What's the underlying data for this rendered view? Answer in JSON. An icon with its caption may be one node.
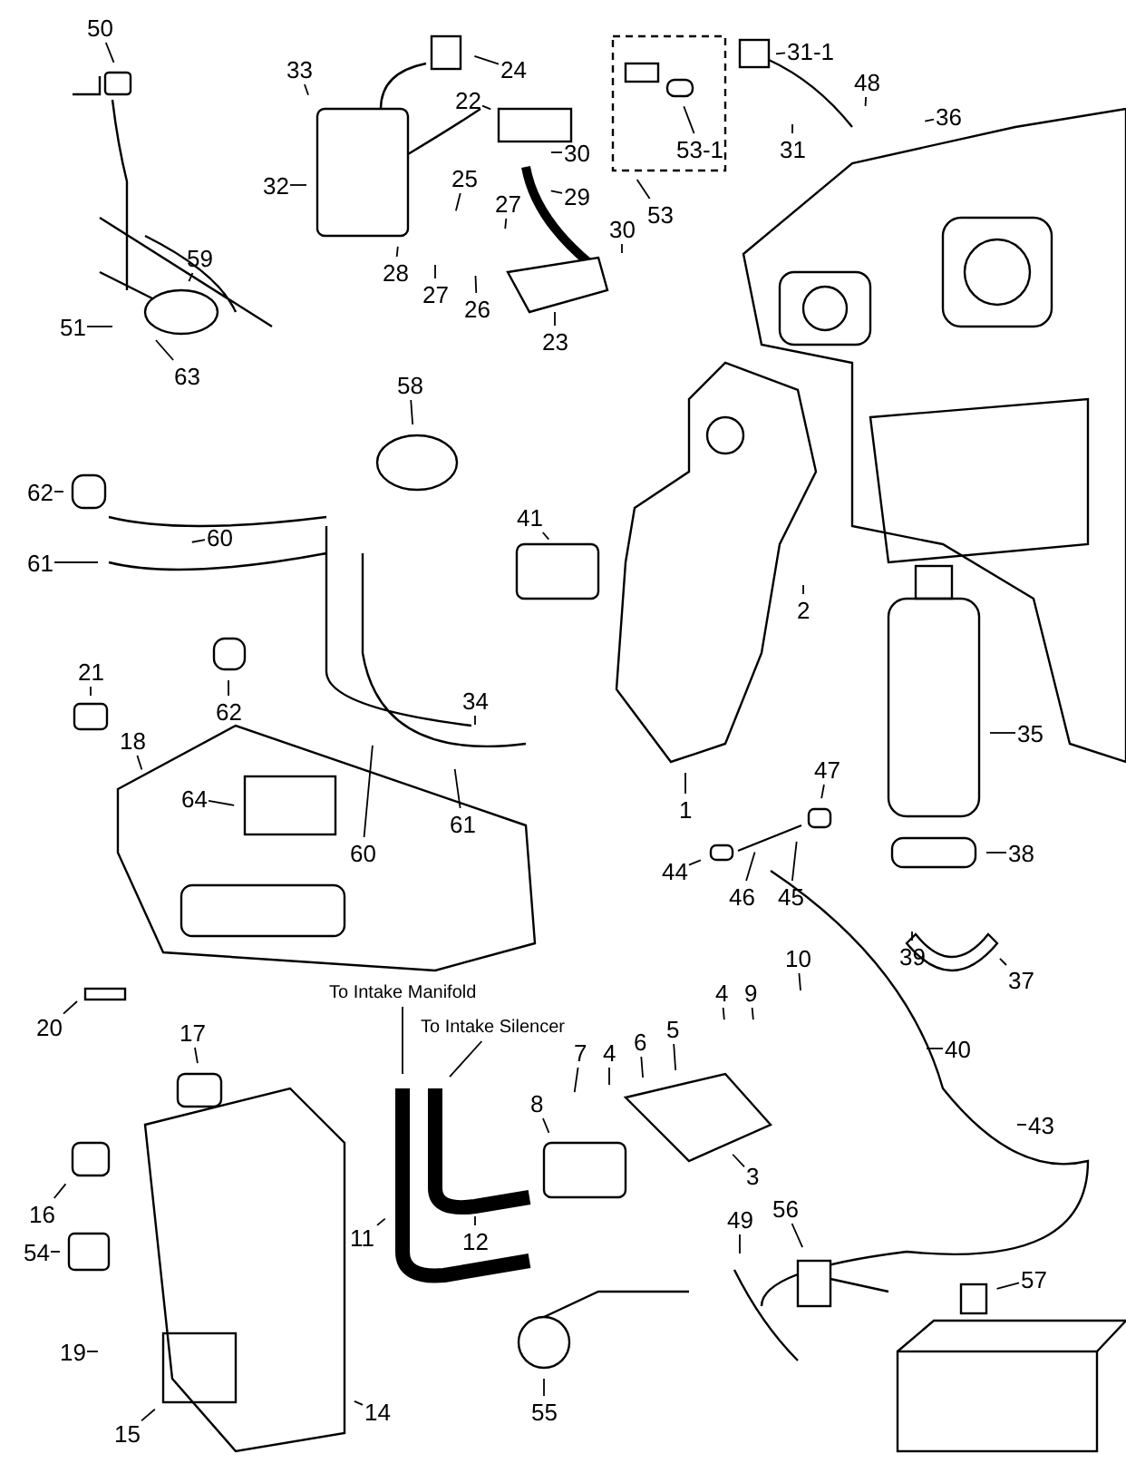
{
  "diagram": {
    "nodes": [
      {
        "text": [
          "50"
        ]
      },
      {
        "text": [
          "33"
        ]
      },
      {
        "text": [
          "24"
        ]
      },
      {
        "text": [
          "22"
        ]
      },
      {
        "text": [
          "30"
        ]
      },
      {
        "text": [
          "29"
        ]
      },
      {
        "text": [
          "31-1"
        ]
      },
      {
        "text": [
          "48"
        ]
      },
      {
        "text": [
          "36"
        ]
      },
      {
        "text": [
          "31"
        ]
      },
      {
        "text": [
          "53-1"
        ]
      },
      {
        "text": [
          "53"
        ]
      },
      {
        "text": [
          "32"
        ]
      },
      {
        "text": [
          "25"
        ]
      },
      {
        "text": [
          "27"
        ]
      },
      {
        "text": [
          "28"
        ]
      },
      {
        "text": [
          "27"
        ]
      },
      {
        "text": [
          "26"
        ]
      },
      {
        "text": [
          "23"
        ]
      },
      {
        "text": [
          "30"
        ]
      },
      {
        "text": [
          "51"
        ]
      },
      {
        "text": [
          "63"
        ]
      },
      {
        "text": [
          "59"
        ]
      },
      {
        "text": [
          "58"
        ]
      },
      {
        "text": [
          "62"
        ]
      },
      {
        "text": [
          "60"
        ]
      },
      {
        "text": [
          "61"
        ]
      },
      {
        "text": [
          "41"
        ]
      },
      {
        "text": [
          "2"
        ]
      },
      {
        "text": [
          "62"
        ]
      },
      {
        "text": [
          "21"
        ]
      },
      {
        "text": [
          "18"
        ]
      },
      {
        "text": [
          "34"
        ]
      },
      {
        "text": [
          "1"
        ]
      },
      {
        "text": [
          "35"
        ]
      },
      {
        "text": [
          "60"
        ]
      },
      {
        "text": [
          "61"
        ]
      },
      {
        "text": [
          "47"
        ]
      },
      {
        "text": [
          "64"
        ]
      },
      {
        "text": [
          "46"
        ]
      },
      {
        "text": [
          "45"
        ]
      },
      {
        "text": [
          "38"
        ]
      },
      {
        "text": [
          "44"
        ]
      },
      {
        "text": [
          "37"
        ]
      },
      {
        "text": [
          "39"
        ]
      },
      {
        "text": [
          "10"
        ]
      },
      {
        "text": [
          "4"
        ]
      },
      {
        "text": [
          "9"
        ]
      },
      {
        "text": [
          "20"
        ]
      },
      {
        "text": [
          "40"
        ]
      },
      {
        "text": [
          "To Intake Manifold"
        ]
      },
      {
        "text": [
          "To Intake Silencer"
        ]
      },
      {
        "text": [
          "7"
        ]
      },
      {
        "text": [
          "4"
        ]
      },
      {
        "text": [
          "6"
        ]
      },
      {
        "text": [
          "5"
        ]
      },
      {
        "text": [
          "8"
        ]
      },
      {
        "text": [
          "17"
        ]
      },
      {
        "text": [
          "16"
        ]
      },
      {
        "text": [
          "43"
        ]
      },
      {
        "text": [
          "56"
        ]
      },
      {
        "text": [
          "54"
        ]
      },
      {
        "text": [
          "11"
        ]
      },
      {
        "text": [
          "3"
        ]
      },
      {
        "text": [
          "12"
        ]
      },
      {
        "text": [
          "49"
        ]
      },
      {
        "text": [
          "57"
        ]
      },
      {
        "text": [
          "19"
        ]
      },
      {
        "text": [
          "15"
        ]
      },
      {
        "text": [
          "14"
        ]
      },
      {
        "text": [
          "55"
        ]
      }
    ],
    "edges": [
      {
        "from": 0,
        "to": null,
        "arrow": "none"
      },
      {
        "from": 1,
        "to": null,
        "arrow": "none"
      },
      {
        "from": 2,
        "to": null,
        "arrow": "none"
      },
      {
        "from": 3,
        "to": null,
        "arrow": "none"
      },
      {
        "from": 4,
        "to": null,
        "arrow": "none"
      },
      {
        "from": 5,
        "to": null,
        "arrow": "none"
      },
      {
        "from": 6,
        "to": null,
        "arrow": "none"
      },
      {
        "from": 7,
        "to": null,
        "arrow": "none"
      },
      {
        "from": 8,
        "to": null,
        "arrow": "none"
      },
      {
        "from": 9,
        "to": null,
        "arrow": "none"
      },
      {
        "from": 10,
        "to": null,
        "arrow": "none"
      },
      {
        "from": 11,
        "to": null,
        "arrow": "none"
      },
      {
        "from": 12,
        "to": null,
        "arrow": "none"
      },
      {
        "from": 13,
        "to": null,
        "arrow": "none"
      },
      {
        "from": 14,
        "to": null,
        "arrow": "none"
      },
      {
        "from": 15,
        "to": null,
        "arrow": "none"
      },
      {
        "from": 16,
        "to": null,
        "arrow": "none"
      },
      {
        "from": 17,
        "to": null,
        "arrow": "none"
      },
      {
        "from": 18,
        "to": null,
        "arrow": "none"
      },
      {
        "from": 19,
        "to": null,
        "arrow": "none"
      },
      {
        "from": 20,
        "to": null,
        "arrow": "none"
      },
      {
        "from": 21,
        "to": null,
        "arrow": "none"
      },
      {
        "from": 22,
        "to": null,
        "arrow": "none"
      },
      {
        "from": 23,
        "to": null,
        "arrow": "none"
      },
      {
        "from": 24,
        "to": null,
        "arrow": "none"
      },
      {
        "from": 25,
        "to": null,
        "arrow": "none"
      },
      {
        "from": 26,
        "to": null,
        "arrow": "none"
      },
      {
        "from": 27,
        "to": null,
        "arrow": "none"
      },
      {
        "from": 28,
        "to": null,
        "arrow": "none"
      },
      {
        "from": 29,
        "to": null,
        "arrow": "none"
      },
      {
        "from": 30,
        "to": null,
        "arrow": "none"
      },
      {
        "from": 31,
        "to": null,
        "arrow": "none"
      },
      {
        "from": 32,
        "to": null,
        "arrow": "none"
      },
      {
        "from": 33,
        "to": null,
        "arrow": "none"
      },
      {
        "from": 34,
        "to": null,
        "arrow": "none"
      },
      {
        "from": 35,
        "to": null,
        "arrow": "none"
      },
      {
        "from": 36,
        "to": null,
        "arrow": "none"
      },
      {
        "from": 37,
        "to": null,
        "arrow": "none"
      },
      {
        "from": 38,
        "to": null,
        "arrow": "none"
      },
      {
        "from": 39,
        "to": null,
        "arrow": "none"
      },
      {
        "from": 40,
        "to": null,
        "arrow": "none"
      },
      {
        "from": 41,
        "to": null,
        "arrow": "none"
      },
      {
        "from": 42,
        "to": null,
        "arrow": "none"
      },
      {
        "from": 43,
        "to": null,
        "arrow": "none"
      },
      {
        "from": 44,
        "to": null,
        "arrow": "none"
      },
      {
        "from": 45,
        "to": null,
        "arrow": "none"
      },
      {
        "from": 46,
        "to": null,
        "arrow": "none"
      },
      {
        "from": 47,
        "to": null,
        "arrow": "none"
      },
      {
        "from": 48,
        "to": null,
        "arrow": "none"
      },
      {
        "from": 49,
        "to": null,
        "arrow": "none"
      },
      {
        "from": 50,
        "to": null,
        "arrow": "none"
      },
      {
        "from": 51,
        "to": null,
        "arrow": "none"
      },
      {
        "from": 52,
        "to": null,
        "arrow": "none"
      },
      {
        "from": 53,
        "to": null,
        "arrow": "none"
      },
      {
        "from": 54,
        "to": null,
        "arrow": "none"
      },
      {
        "from": 55,
        "to": null,
        "arrow": "none"
      },
      {
        "from": 56,
        "to": null,
        "arrow": "none"
      },
      {
        "from": 57,
        "to": null,
        "arrow": "none"
      },
      {
        "from": 58,
        "to": null,
        "arrow": "none"
      },
      {
        "from": 59,
        "to": null,
        "arrow": "none"
      },
      {
        "from": 60,
        "to": null,
        "arrow": "none"
      },
      {
        "from": 61,
        "to": null,
        "arrow": "none"
      },
      {
        "from": 62,
        "to": null,
        "arrow": "none"
      },
      {
        "from": 63,
        "to": null,
        "arrow": "none"
      },
      {
        "from": 64,
        "to": null,
        "arrow": "none"
      },
      {
        "from": 65,
        "to": null,
        "arrow": "none"
      },
      {
        "from": 66,
        "to": null,
        "arrow": "none"
      },
      {
        "from": 67,
        "to": null,
        "arrow": "none"
      },
      {
        "from": 68,
        "to": null,
        "arrow": "none"
      },
      {
        "from": 69,
        "to": null,
        "arrow": "none"
      },
      {
        "from": 70,
        "to": null,
        "arrow": "none"
      }
    ]
  }
}
